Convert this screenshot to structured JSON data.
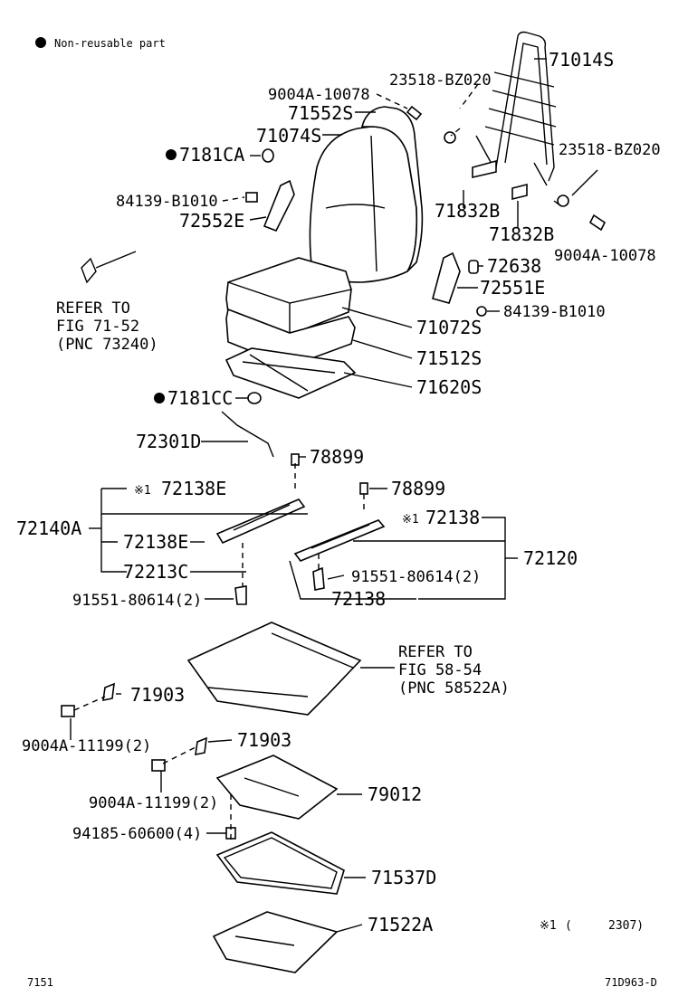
{
  "legend": {
    "text": "Non-reusable part",
    "symbol": "●"
  },
  "note": {
    "mark": "※1",
    "open_paren": "(",
    "close_value": "2307)"
  },
  "footer": {
    "figure_number": "7151",
    "drawing_number": "71D963-D"
  },
  "references": {
    "ref_71_52": [
      "REFER TO",
      "FIG 71-52",
      "(PNC 73240)"
    ],
    "ref_58_54": [
      "REFER TO",
      "FIG 58-54",
      "(PNC 58522A)"
    ]
  },
  "parts": {
    "p71014S": "71014S",
    "p23518_top": "23518-BZ020",
    "p9004A_top": "9004A-10078",
    "p71552S": "71552S",
    "p71074S": "71074S",
    "p7181CA": "7181CA",
    "p84139_left": "84139-B1010",
    "p72552E": "72552E",
    "p71832B_1": "71832B",
    "p23518_right": "23518-BZ020",
    "p71832B_2": "71832B",
    "p9004A_right": "9004A-10078",
    "p72638": "72638",
    "p72551E": "72551E",
    "p84139_right": "84139-B1010",
    "p71072S": "71072S",
    "p71512S": "71512S",
    "p71620S": "71620S",
    "p7181CC": "7181CC",
    "p72301D": "72301D",
    "p78899_1": "78899",
    "p72138E_1": "72138E",
    "p78899_2": "78899",
    "p72140A": "72140A",
    "p72138_1": "72138",
    "p72138E_2": "72138E",
    "p72120": "72120",
    "p72213C": "72213C",
    "p91551_right": "91551-80614(2)",
    "p72138_2": "72138",
    "p91551_left": "91551-80614(2)",
    "p71903_1": "71903",
    "p9004A_11199_1": "9004A-11199(2)",
    "p71903_2": "71903",
    "p79012": "79012",
    "p9004A_11199_2": "9004A-11199(2)",
    "p94185": "94185-60600(4)",
    "p71537D": "71537D",
    "p71522A": "71522A"
  }
}
